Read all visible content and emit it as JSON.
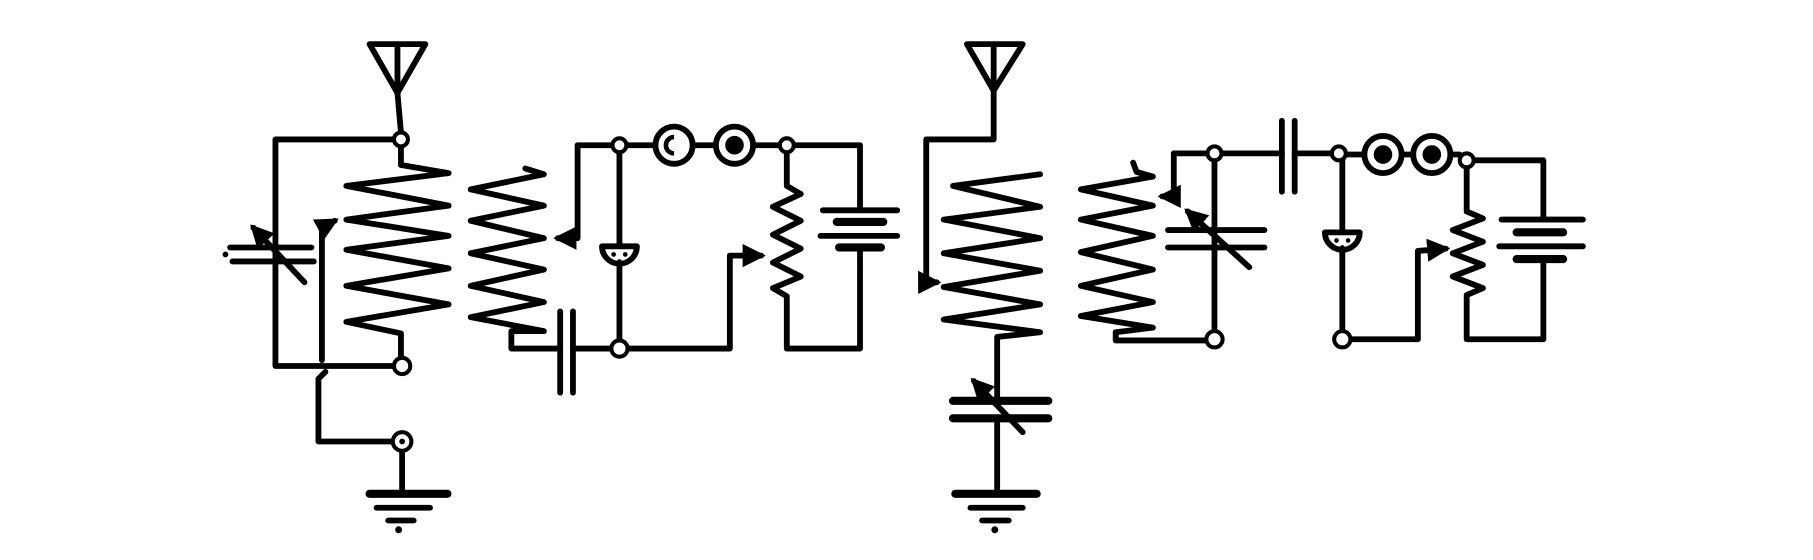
{
  "diagram": {
    "type": "circuit-schematic",
    "background": "#ffffff",
    "ink": "#000000",
    "panels": [
      {
        "components": [
          "antenna-icon",
          "variable-capacitor-icon",
          "tapped-primary-coil",
          "secondary-coil",
          "grid-capacitor-icon",
          "detector-tube-icon",
          "headphones-icon",
          "potentiometer-icon",
          "battery-icon",
          "ground-icon"
        ]
      },
      {
        "components": [
          "antenna-icon",
          "tapped-primary-coil",
          "variable-capacitor-icon",
          "ground-icon",
          "secondary-coil",
          "variable-capacitor-icon",
          "grid-capacitor-icon",
          "detector-tube-icon",
          "headphones-icon",
          "potentiometer-icon",
          "battery-icon"
        ]
      }
    ]
  }
}
